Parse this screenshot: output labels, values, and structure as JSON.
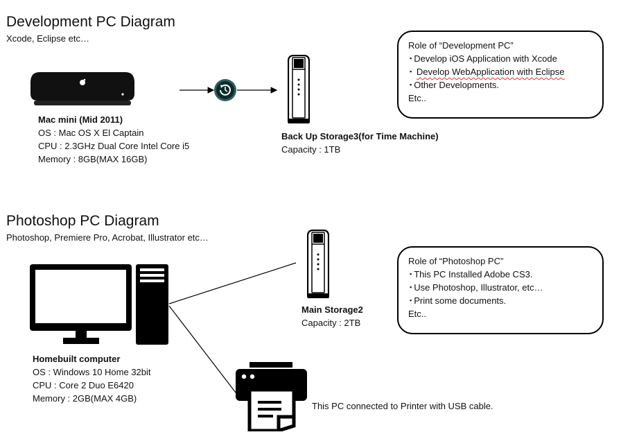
{
  "dev": {
    "title": "Development PC Diagram",
    "subtitle": "Xcode, Eclipse etc…",
    "machine": {
      "name": "Mac mini (Mid 2011)",
      "os": "OS : Mac OS X El Captain",
      "cpu": "CPU : 2.3GHz Dual Core Intel Core i5",
      "memory": "Memory : 8GB(MAX 16GB)"
    },
    "backup": {
      "name": "Back Up Storage3(for Time Machine)",
      "capacity": "Capacity : 1TB"
    },
    "role": {
      "heading": "Role of “Development PC”",
      "items": [
        "Develop iOS Application with Xcode",
        "Develop WebApplication with Eclipse",
        "Other Developments."
      ],
      "footer": "Etc.."
    }
  },
  "photo": {
    "title": "Photoshop PC Diagram",
    "subtitle": "Photoshop, Premiere Pro, Acrobat, Illustrator etc…",
    "machine": {
      "name": "Homebuilt computer",
      "os": "OS : Windows 10 Home 32bit",
      "cpu": "CPU : Core 2 Duo E6420",
      "memory": "Memory : 2GB(MAX 4GB)"
    },
    "storage": {
      "name": "Main Storage2",
      "capacity": "Capacity : 2TB"
    },
    "printer_note": "This PC connected to Printer with USB cable.",
    "role": {
      "heading": "Role of “Photoshop PC”",
      "items": [
        "This PC Installed Adobe CS3.",
        "Use Photoshop, Illustrator, etc…",
        "Print some documents."
      ],
      "footer": "Etc.."
    }
  },
  "colors": {
    "time_machine": "#2f5f5f",
    "ink": "#000000"
  }
}
